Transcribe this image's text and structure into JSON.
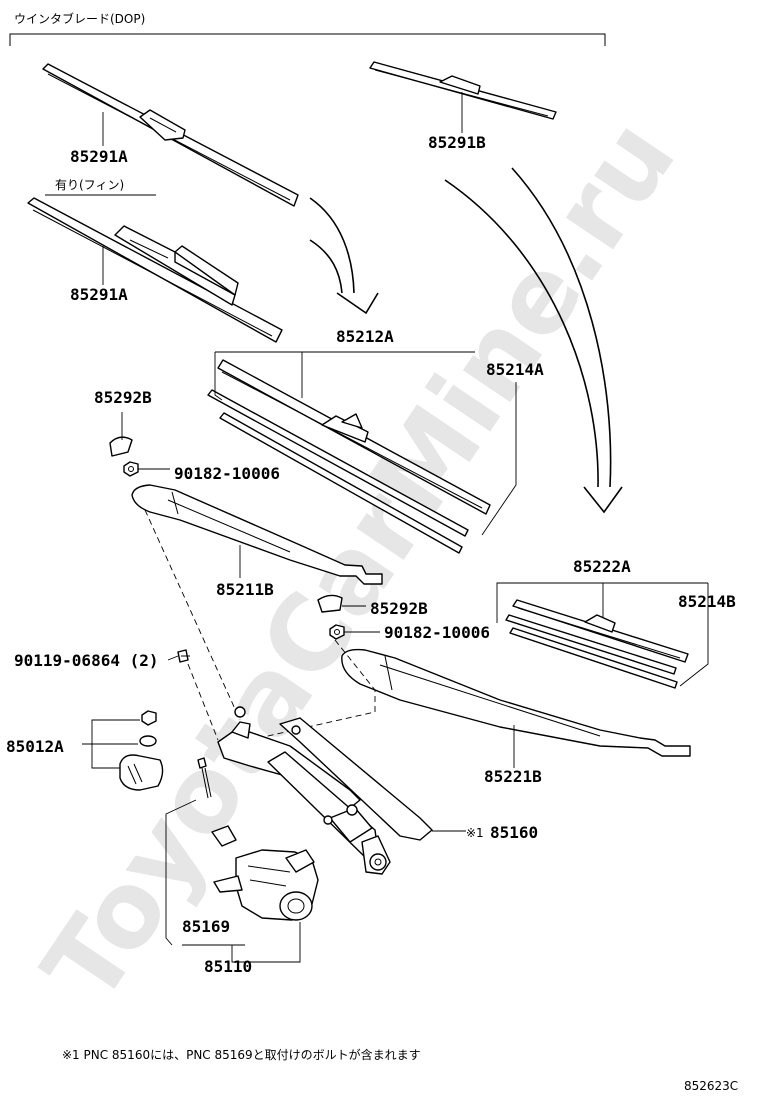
{
  "diagram": {
    "group_label": "ウインタブレード(DOP)",
    "fin_label": "有り(フィン)",
    "diagram_code": "852623C",
    "footnote": "※1  PNC 85160には、PNC 85169と取付けのボルトが含まれます",
    "watermark": "ToyotaCarMine.ru",
    "parts": {
      "p85291A_1": "85291A",
      "p85291A_2": "85291A",
      "p85291B": "85291B",
      "p85212A": "85212A",
      "p85214A": "85214A",
      "p85292B_1": "85292B",
      "p90182_1": "90182-10006",
      "p85211B": "85211B",
      "p85222A": "85222A",
      "p85214B": "85214B",
      "p85292B_2": "85292B",
      "p90182_2": "90182-10006",
      "p90119": "90119-06864 (2)",
      "p85012A": "85012A",
      "p85221B": "85221B",
      "p85160": "85160",
      "p85160_mark": "※1",
      "p85169": "85169",
      "p85110": "85110"
    }
  }
}
